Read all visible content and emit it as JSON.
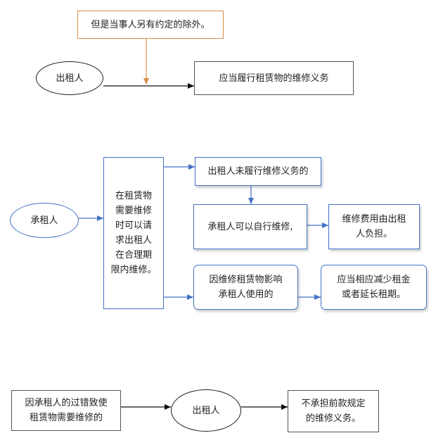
{
  "top": {
    "note": "但是当事人另有约定的除外。",
    "lessor": "出租人",
    "duty": "应当履行租赁物的维修义务"
  },
  "middle": {
    "lessee": "承租人",
    "request": "在租赁物\n需要维修\n时可以请\n求出租人\n在合理期\n限内维修。",
    "unfulfilled": "出租人未履行维修义务的",
    "self_repair": "承租人可以自行维修,",
    "cost": "维修费用由出租\n人负担。",
    "affects": "因维修租赁物影响\n承租人使用的",
    "reduce": "应当相应减少租金\n或者延长租期。"
  },
  "bottom": {
    "fault": "因承租人的过错致使\n租赁物需要维修的",
    "lessor": "出租人",
    "no_duty": "不承担前款规定\n的维修义务。"
  }
}
